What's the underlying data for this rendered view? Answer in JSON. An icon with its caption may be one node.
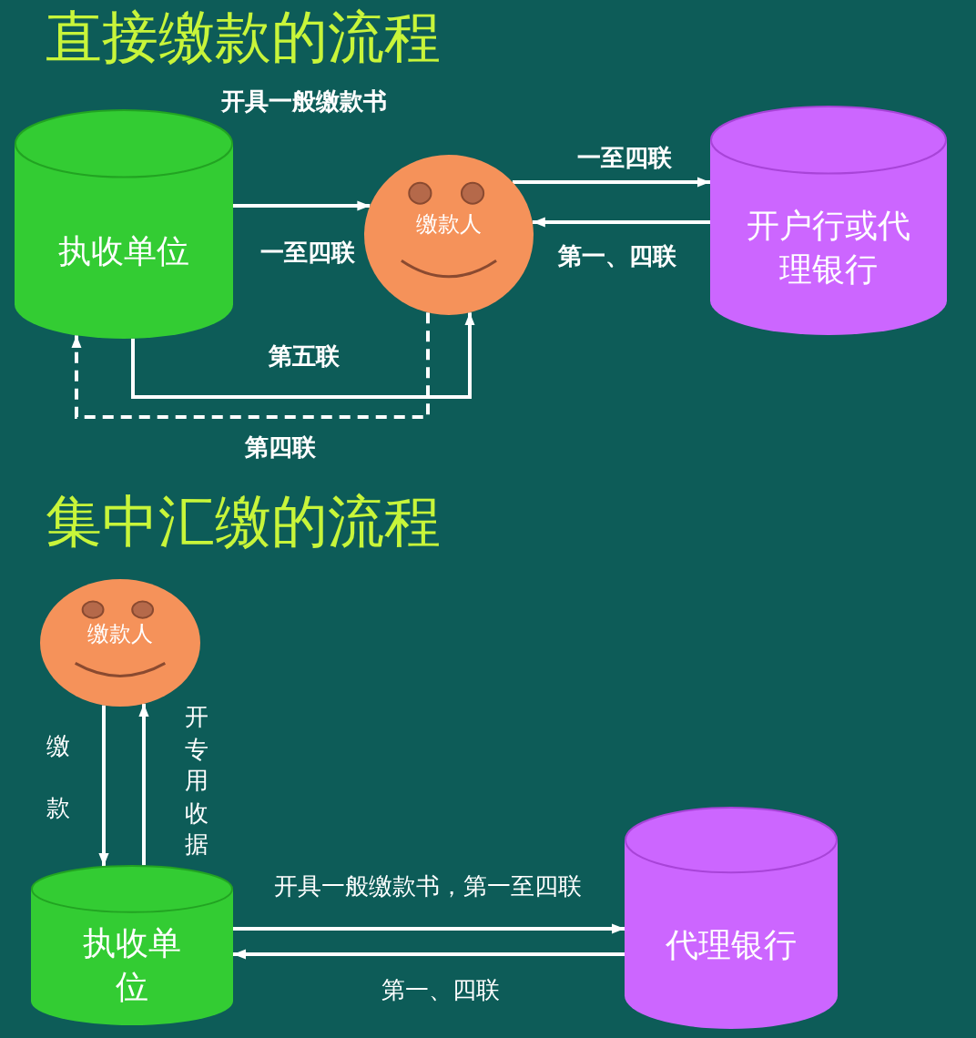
{
  "diagram": {
    "title": "直接缴款的流程",
    "nodes": [
      {
        "text": [
          "执收单位"
        ]
      },
      {
        "text": [
          "缴款人"
        ]
      },
      {
        "text": [
          "开户行或代理银行"
        ]
      },
      {
        "text": [
          "缴款人"
        ]
      },
      {
        "text": [
          "执收单位"
        ]
      },
      {
        "text": [
          "代理银行"
        ]
      }
    ],
    "edges": [
      {
        "from": 0,
        "to": 1,
        "arrow": "to",
        "label": "开具一般缴款书"
      },
      {
        "from": 1,
        "to": 2,
        "arrow": "to",
        "label": "一至四联"
      },
      {
        "from": 2,
        "to": 1,
        "arrow": "to",
        "label": "第一、四联"
      },
      {
        "from": 0,
        "to": 1,
        "arrow": "to",
        "label": "第五联"
      },
      {
        "from": 1,
        "to": 0,
        "arrow": "to",
        "label": "第四联",
        "style": "dashed"
      },
      {
        "from": 3,
        "to": 4,
        "arrow": "to",
        "label": "缴款"
      },
      {
        "from": 4,
        "to": 3,
        "arrow": "to",
        "label": "开专用收据"
      },
      {
        "from": 4,
        "to": 5,
        "arrow": "to",
        "label": "开具一般缴款书，第一至四联"
      },
      {
        "from": 5,
        "to": 4,
        "arrow": "to",
        "label": "第一、四联"
      }
    ],
    "labels": [
      "一至四联",
      "集中汇缴的流程"
    ]
  }
}
